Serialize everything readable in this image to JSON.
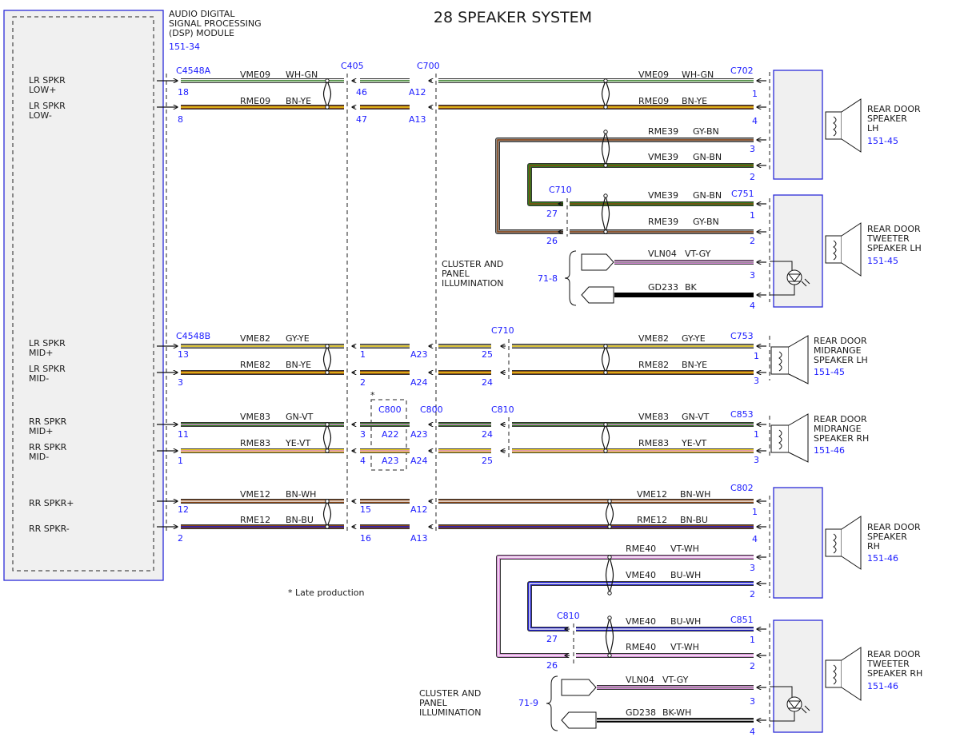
{
  "title": "28 SPEAKER SYSTEM",
  "footnote": "* Late production",
  "dsp": {
    "name_lines": [
      "AUDIO DIGITAL",
      "SIGNAL PROCESSING",
      "(DSP) MODULE"
    ],
    "ref": "151-34",
    "pins": [
      {
        "lines": [
          "LR SPKR",
          "LOW+"
        ]
      },
      {
        "lines": [
          "LR SPKR",
          "LOW-"
        ]
      },
      {
        "lines": [
          "LR SPKR",
          "MID+"
        ]
      },
      {
        "lines": [
          "LR SPKR",
          "MID-"
        ]
      },
      {
        "lines": [
          "RR SPKR",
          "MID+"
        ]
      },
      {
        "lines": [
          "RR SPKR",
          "MID-"
        ]
      },
      {
        "lines": [
          "RR SPKR+"
        ]
      },
      {
        "lines": [
          "RR SPKR-"
        ]
      }
    ]
  },
  "connectors": {
    "c4548a": "C4548A",
    "c4548b": "C4548B",
    "c405": "C405",
    "c700": "C700",
    "c702": "C702",
    "c710_top": "C710",
    "c751": "C751",
    "c710_mid": "C710",
    "c753": "C753",
    "c800_star": "C800",
    "c800": "C800",
    "c810_mid": "C810",
    "c853": "C853",
    "c802": "C802",
    "c810_bot": "C810",
    "c851": "C851"
  },
  "components": [
    {
      "lines": [
        "REAR DOOR",
        "SPEAKER",
        "LH"
      ],
      "ref": "151-45"
    },
    {
      "lines": [
        "REAR DOOR",
        "TWEETER",
        "SPEAKER LH"
      ],
      "ref": "151-45"
    },
    {
      "lines": [
        "REAR DOOR",
        "MIDRANGE",
        "SPEAKER LH"
      ],
      "ref": "151-45"
    },
    {
      "lines": [
        "REAR DOOR",
        "MIDRANGE",
        "SPEAKER RH"
      ],
      "ref": "151-46"
    },
    {
      "lines": [
        "REAR DOOR",
        "SPEAKER",
        "RH"
      ],
      "ref": "151-46"
    },
    {
      "lines": [
        "REAR DOOR",
        "TWEETER",
        "SPEAKER RH"
      ],
      "ref": "151-46"
    }
  ],
  "illumination": {
    "label_lines": [
      "CLUSTER AND",
      "PANEL",
      "ILLUMINATION"
    ],
    "ref_lh": "71-8",
    "ref_rh": "71-9"
  },
  "star": "*",
  "wires": [
    {
      "circuit": "VME09",
      "color": "WH-GN",
      "pins": [
        "18",
        "46",
        "A12",
        "1"
      ]
    },
    {
      "circuit": "RME09",
      "color": "BN-YE",
      "pins": [
        "8",
        "47",
        "A13",
        "4"
      ]
    },
    {
      "circuit": "RME39",
      "color": "GY-BN",
      "pins": [
        "3",
        "26",
        "2"
      ]
    },
    {
      "circuit": "VME39",
      "color": "GN-BN",
      "pins": [
        "2",
        "27",
        "1"
      ]
    },
    {
      "circuit": "VLN04",
      "color": "VT-GY",
      "pins": [
        "3"
      ]
    },
    {
      "circuit": "GD233",
      "color": "BK",
      "pins": [
        "4"
      ]
    },
    {
      "circuit": "VME82",
      "color": "GY-YE",
      "pins": [
        "13",
        "1",
        "A23",
        "25",
        "1"
      ]
    },
    {
      "circuit": "RME82",
      "color": "BN-YE",
      "pins": [
        "3",
        "2",
        "A24",
        "24",
        "3"
      ]
    },
    {
      "circuit": "VME83",
      "color": "GN-VT",
      "pins": [
        "11",
        "3",
        "A22",
        "A23",
        "24",
        "1"
      ]
    },
    {
      "circuit": "RME83",
      "color": "YE-VT",
      "pins": [
        "1",
        "4",
        "A23",
        "A24",
        "25",
        "3"
      ]
    },
    {
      "circuit": "VME12",
      "color": "BN-WH",
      "pins": [
        "12",
        "15",
        "A12",
        "1"
      ]
    },
    {
      "circuit": "RME12",
      "color": "BN-BU",
      "pins": [
        "2",
        "16",
        "A13",
        "4"
      ]
    },
    {
      "circuit": "RME40",
      "color": "VT-WH",
      "pins": [
        "3",
        "26",
        "2"
      ]
    },
    {
      "circuit": "VME40",
      "color": "BU-WH",
      "pins": [
        "2",
        "27",
        "1"
      ]
    },
    {
      "circuit": "VLN04",
      "color": "VT-GY",
      "pins": [
        "3"
      ]
    },
    {
      "circuit": "GD238",
      "color": "BK-WH",
      "pins": [
        "4"
      ]
    }
  ],
  "colors": {
    "WH": "#f4f4f4",
    "GN": "#2e7d1e",
    "BN": "#8b4513",
    "YE": "#f2d21a",
    "GY": "#8c8c8c",
    "VT": "#d98ad9",
    "BK": "#000000",
    "BU": "#1a1acc",
    "ink": "#1a1a1a",
    "blue_label": "#1a1aff",
    "box_border": "#2b2bd9"
  }
}
